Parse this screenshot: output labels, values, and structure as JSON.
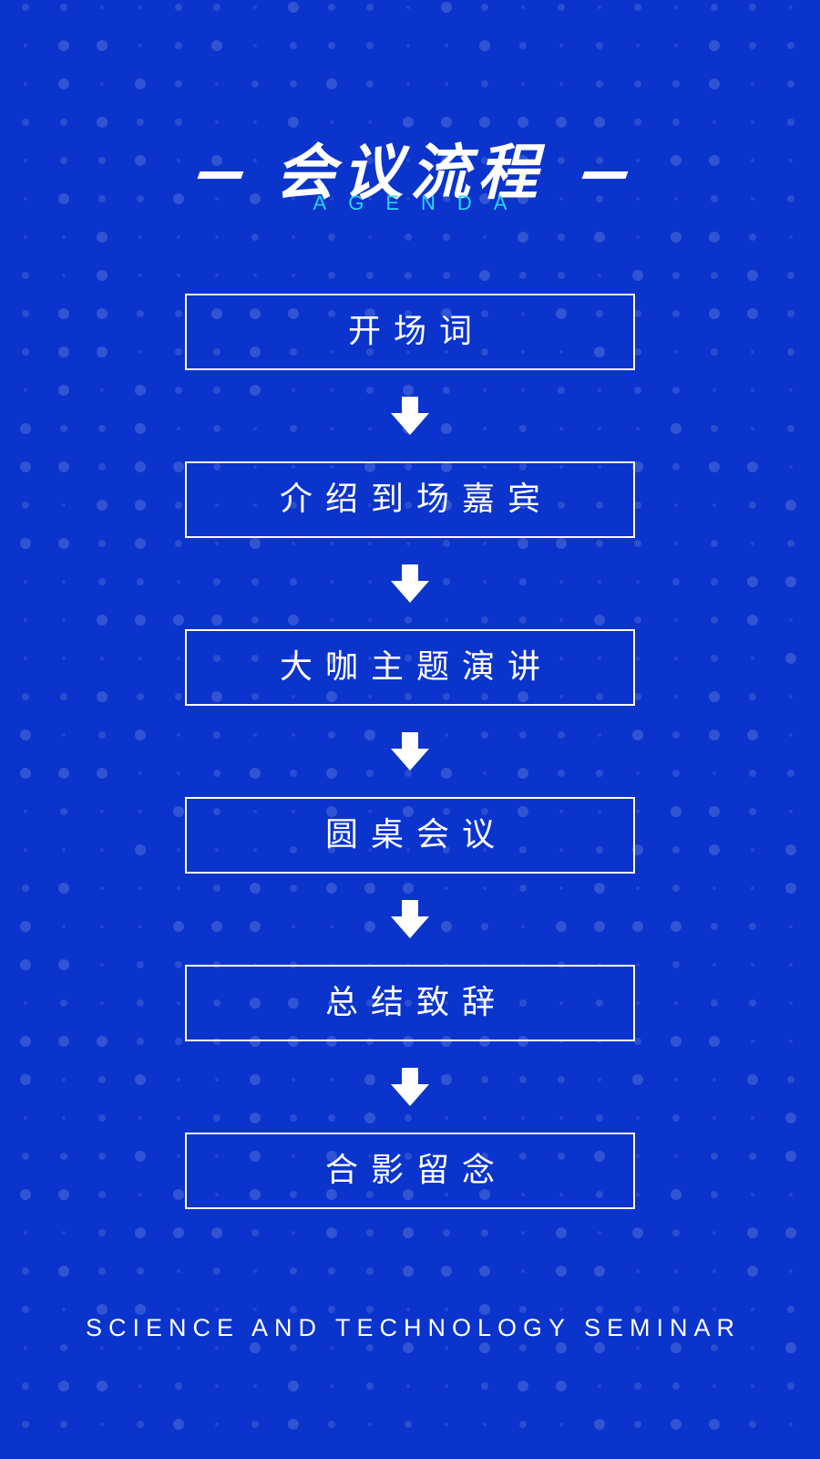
{
  "header": {
    "title": "会议流程",
    "subtitle": "AGENDA"
  },
  "agenda": {
    "steps": [
      "开场词",
      "介绍到场嘉宾",
      "大咖主题演讲",
      "圆桌会议",
      "总结致辞",
      "合影留念"
    ]
  },
  "footer": {
    "text": "SCIENCE AND TECHNOLOGY SEMINAR"
  },
  "colors": {
    "background": "#0a34cc",
    "accent": "#29d5f2",
    "text": "#ffffff"
  },
  "icons": {
    "step_connector": "arrow-down-icon"
  }
}
